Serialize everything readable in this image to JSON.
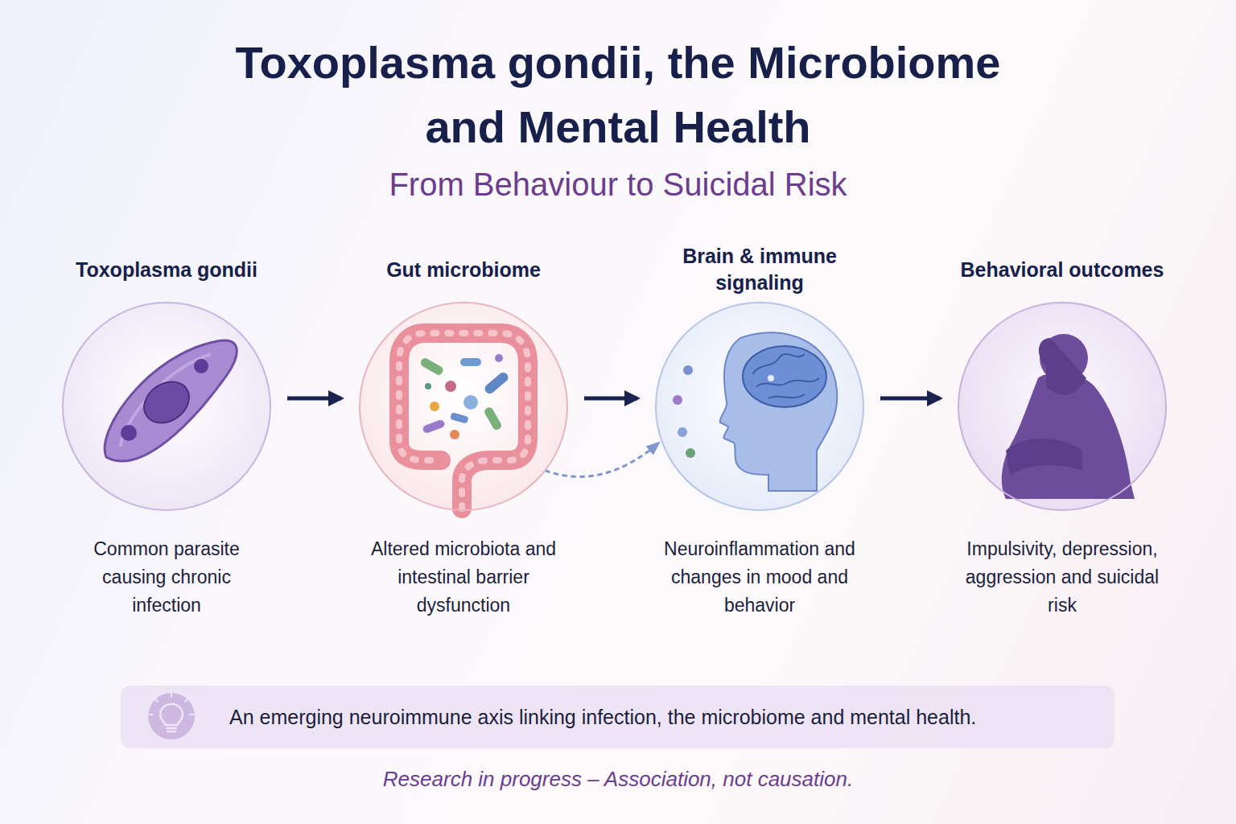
{
  "diagram": {
    "title": "Toxoplasma gondii, the Microbiome and Mental Health",
    "caption": "Research in progress – Association, not causation.",
    "nodes": [
      {
        "text": [
          "Toxoplasma gondii",
          "Common parasite causing chronic infection"
        ]
      },
      {
        "text": [
          "Gut microbiome",
          "Altered microbiota and intestinal barrier dysfunction"
        ]
      },
      {
        "text": [
          "Brain & immune signaling",
          "Neuroinflammation and changes in mood and behavior"
        ]
      },
      {
        "text": [
          "Behavioral outcomes",
          "Impulsivity, depression, aggression and suicidal risk"
        ]
      },
      {
        "text": [
          "An emerging neuroimmune axis linking infection, the microbiome and mental health."
        ]
      }
    ],
    "edges": [
      {
        "from": 0,
        "to": 1,
        "arrow": "to"
      },
      {
        "from": 1,
        "to": 2,
        "arrow": "to"
      },
      {
        "from": 2,
        "to": 3,
        "arrow": "to"
      },
      {
        "from": 1,
        "to": 2,
        "arrow": "to"
      }
    ],
    "labels": [
      "From Behaviour to Suicidal Risk"
    ]
  }
}
